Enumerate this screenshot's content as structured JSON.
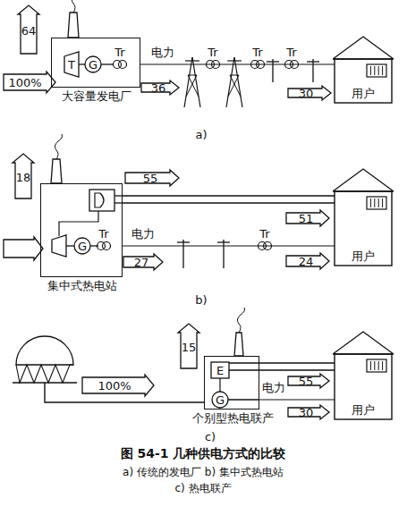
{
  "diagram": {
    "caption": "图 54-1 几种供电方式的比较",
    "nodes": [
      {
        "text": [
          "大容量发电厂"
        ]
      },
      {
        "text": [
          "用户"
        ]
      },
      {
        "text": [
          "集中式热电站"
        ]
      },
      {
        "text": [
          "用户"
        ]
      },
      {
        "text": [
          "个别型热电联产"
        ]
      },
      {
        "text": [
          "用户"
        ]
      }
    ],
    "edges": [
      {
        "from": 0,
        "to": 1,
        "arrow": "none"
      },
      {
        "from": 2,
        "to": 3,
        "arrow": "none"
      },
      {
        "from": 2,
        "to": 3,
        "arrow": "none"
      },
      {
        "from": 4,
        "to": 5,
        "arrow": "none"
      },
      {
        "from": 4,
        "to": 5,
        "arrow": "none"
      }
    ],
    "labels": [
      "64",
      "100%",
      "T",
      "G",
      "Tr",
      "电力",
      "Tr",
      "Tr",
      "Tr",
      "36",
      "30",
      "a)",
      "18",
      "55",
      "G",
      "Tr",
      "电力",
      "51",
      "27",
      "Tr",
      "24",
      "b)",
      "15",
      "100%",
      "E",
      "G",
      "电力",
      "55",
      "30",
      "c)",
      "a) 传统的发电厂 b) 集中式热电站",
      "c) 热电联产"
    ]
  }
}
